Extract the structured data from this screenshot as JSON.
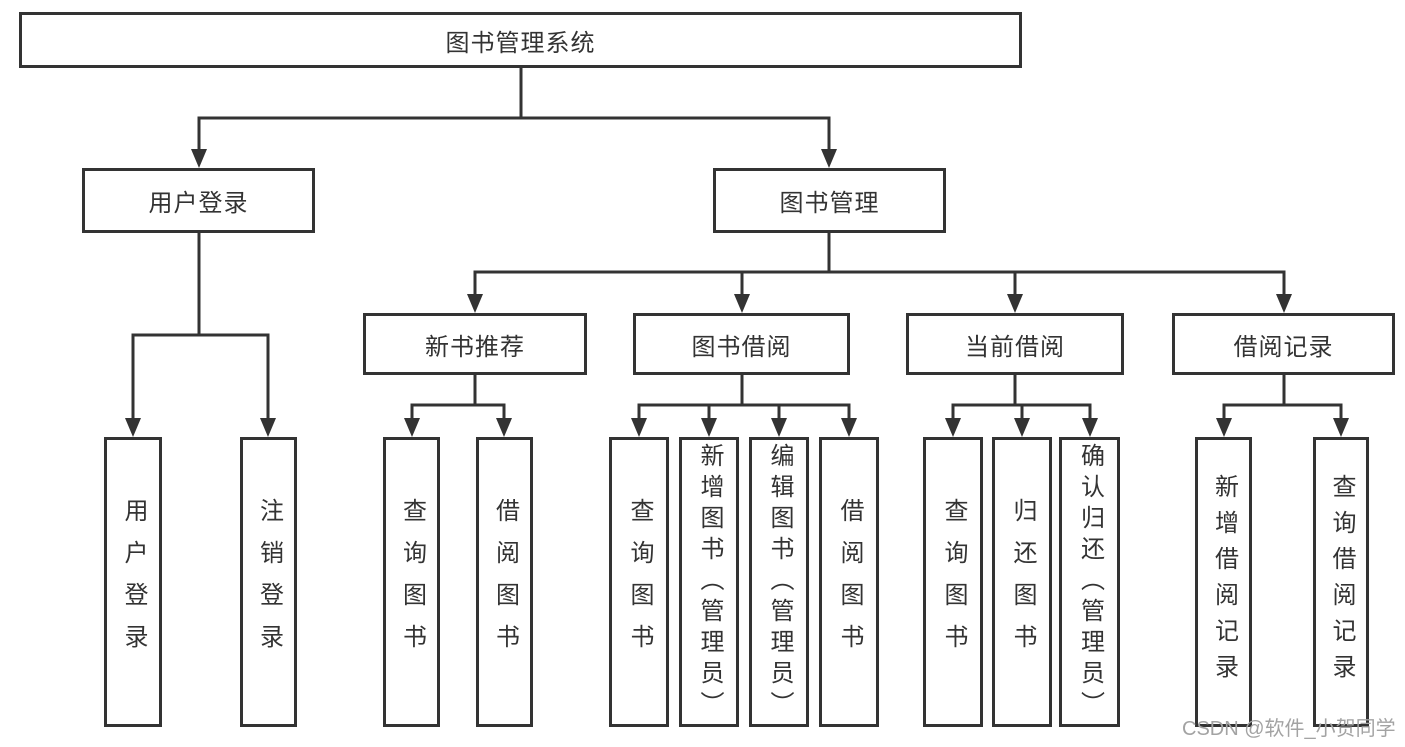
{
  "diagram": {
    "title": "图书管理系统",
    "nodes": {
      "root": {
        "label": "图书管理系统"
      },
      "user_login": {
        "label": "用户登录"
      },
      "book_management": {
        "label": "图书管理"
      },
      "new_book_recommendation": {
        "label": "新书推荐"
      },
      "book_borrowing": {
        "label": "图书借阅"
      },
      "current_borrowing": {
        "label": "当前借阅"
      },
      "borrowing_records": {
        "label": "借阅记录"
      },
      "leaf_user_login": {
        "label": "用户登录"
      },
      "leaf_logout": {
        "label": "注销登录"
      },
      "leaf_recommend_query_books": {
        "label": "查询图书"
      },
      "leaf_recommend_borrow_books": {
        "label": "借阅图书"
      },
      "leaf_borrowing_query_books": {
        "label": "查询图书"
      },
      "leaf_borrowing_add_books_admin": {
        "label": "新增图书（管理员）"
      },
      "leaf_borrowing_edit_books_admin": {
        "label": "编辑图书（管理员）"
      },
      "leaf_borrowing_borrow_books": {
        "label": "借阅图书"
      },
      "leaf_current_query_books": {
        "label": "查询图书"
      },
      "leaf_current_return_books": {
        "label": "归还图书"
      },
      "leaf_current_confirm_return_admin": {
        "label": "确认归还（管理员）"
      },
      "leaf_records_add_record": {
        "label": "新增借阅记录"
      },
      "leaf_records_query_record": {
        "label": "查询借阅记录"
      }
    }
  },
  "watermark": {
    "text": "CSDN @软件_小贺同学"
  },
  "colors": {
    "line": "#333333",
    "box_border": "#333333",
    "box_background": "#ffffff",
    "text": "#333333",
    "watermark": "#a3a3a3",
    "background": "#ffffff"
  }
}
